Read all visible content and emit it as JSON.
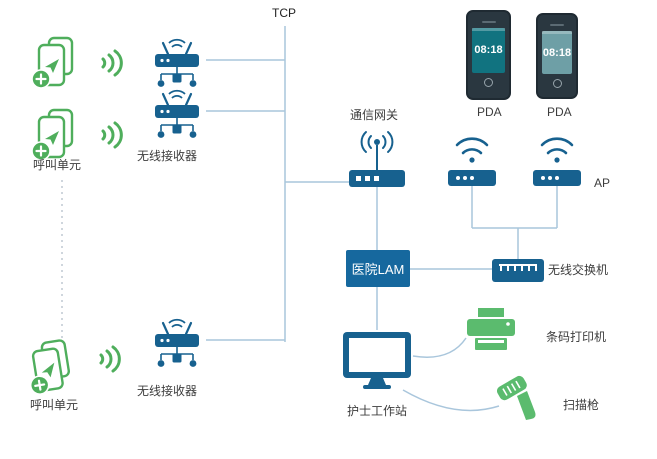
{
  "diagram": {
    "tcp": "TCP",
    "call_unit": "呼叫单元",
    "receiver": "无线接收器",
    "gateway": "通信网关",
    "pda": "PDA",
    "ap": "AP",
    "hospital_lan": "医院LAM",
    "switch": "无线交换机",
    "workstation": "护士工作站",
    "printer": "条码打印机",
    "scanner": "扫描枪",
    "pda_time": "08:18"
  },
  "colors": {
    "device_blue": "#17618F",
    "lan_box_blue": "#16689E",
    "accent_green": "#4FAE5C",
    "printer_green": "#5BBB6E",
    "connector_line": "#A9C6DC",
    "pda_body": "#2A3740",
    "pda_screen": "#117380"
  }
}
